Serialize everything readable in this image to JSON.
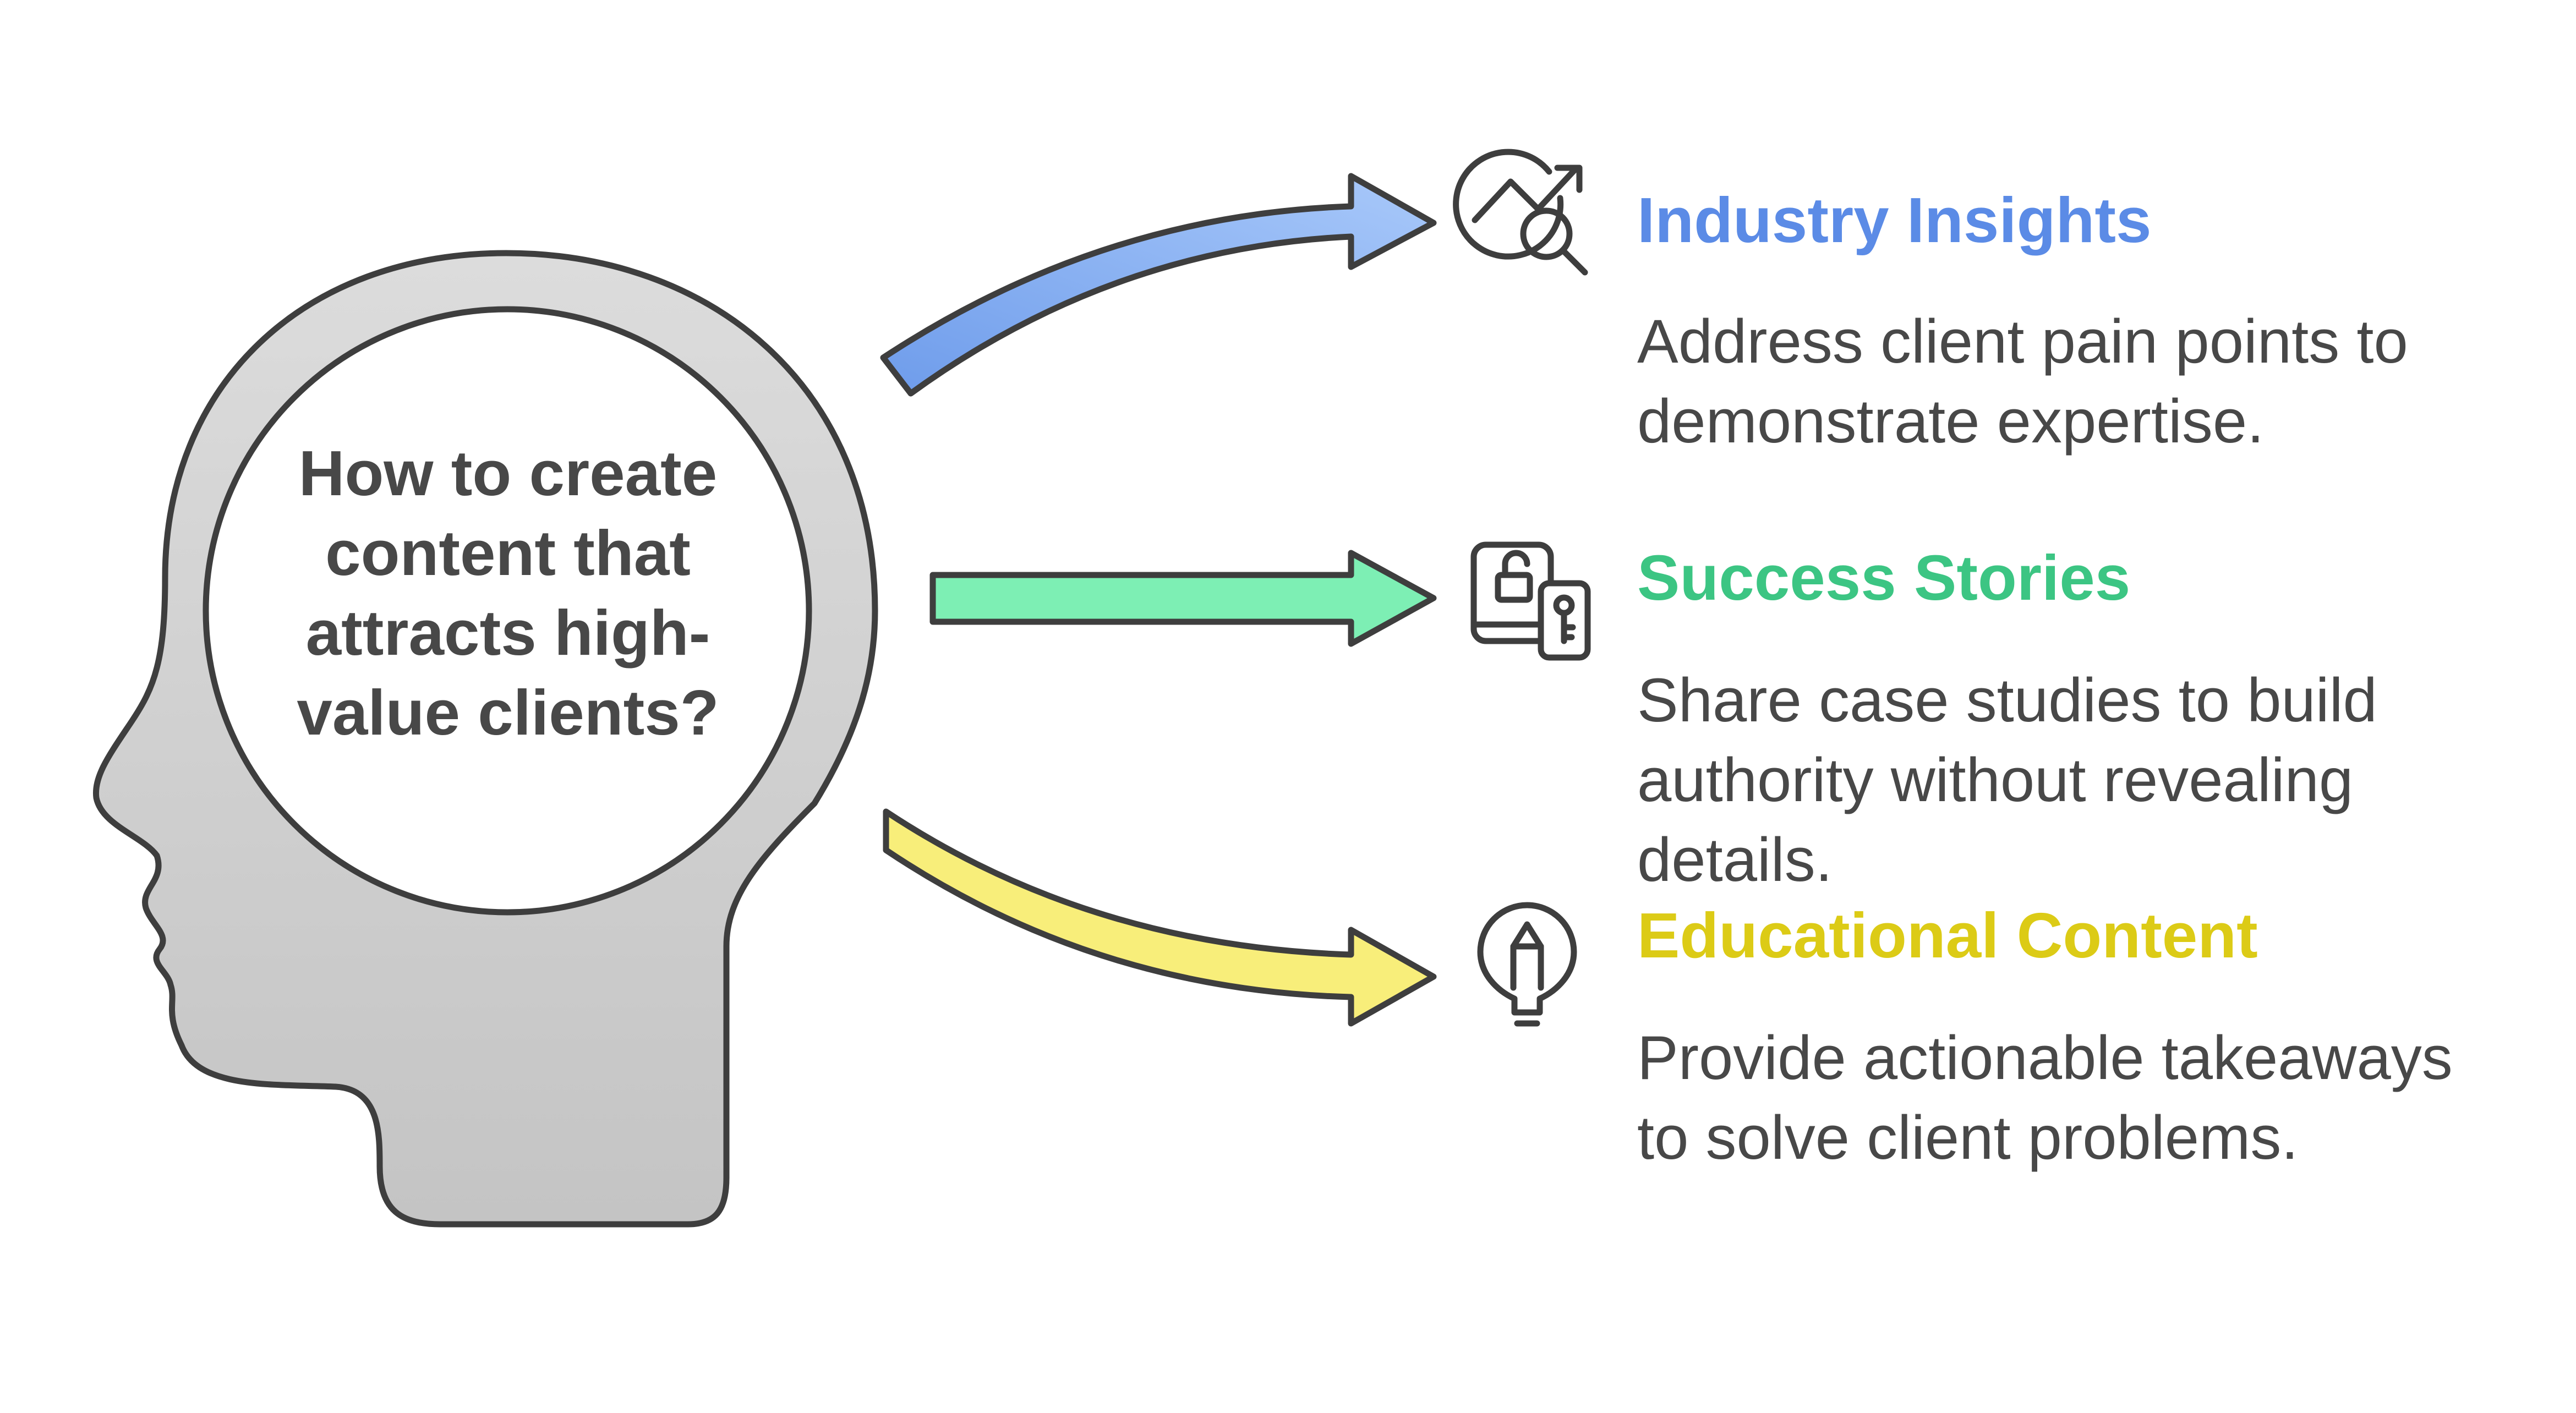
{
  "center_question": "How to create content that attracts high-value clients?",
  "items": [
    {
      "title": "Industry Insights",
      "description": "Address client pain points to demonstrate expertise.",
      "icon": "trend-magnifier-icon",
      "color": "#5B8BE6",
      "arrow_fill": "#8FB6F5"
    },
    {
      "title": "Success Stories",
      "description": "Share case studies to build authority without revealing details.",
      "icon": "case-lock-key-icon",
      "color": "#3CC583",
      "arrow_fill": "#7DEFB4"
    },
    {
      "title": "Educational Content",
      "description": "Provide actionable takeaways to solve client problems.",
      "icon": "lightbulb-pencil-icon",
      "color": "#DCCB16",
      "arrow_fill": "#F8EE7A"
    }
  ],
  "colors": {
    "outline": "#3E3E3E",
    "head_fill_top": "#DCDCDC",
    "head_fill_bottom": "#C2C2C2",
    "text": "#484848"
  }
}
